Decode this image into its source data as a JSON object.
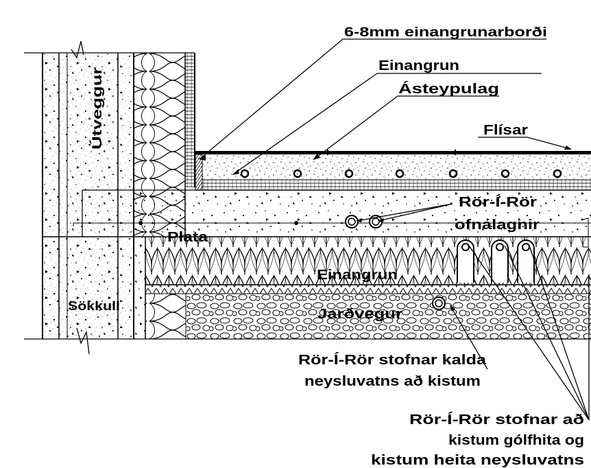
{
  "labels": {
    "board": "6-8mm einangrunarborði",
    "insulation_top": "Einangrun",
    "screed": "Ásteypulag",
    "tiles": "Flísar",
    "wall": "Útveggur",
    "pipe_radiator_1": "Rör-Í-Rör",
    "pipe_radiator_2": "ofnalagnir",
    "slab": "Plata",
    "insulation_bottom": "Einangrun",
    "foundation": "Sökkull",
    "soil": "Jarðvegur",
    "cold_water_1": "Rör-Í-Rör stofnar kalda",
    "cold_water_2": "neysluvatns að kistum",
    "heating_1": "Rör-Í-Rör stofnar að",
    "heating_2": "kistum gólfhita og",
    "heating_3": "kistum heita neysluvatns"
  }
}
